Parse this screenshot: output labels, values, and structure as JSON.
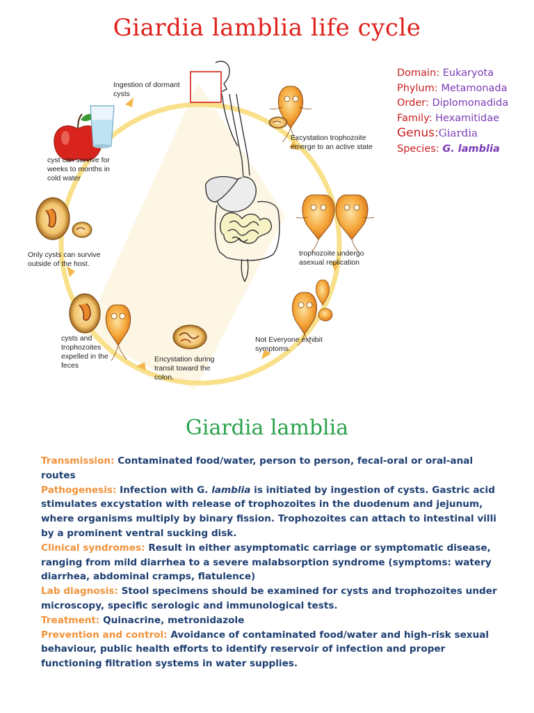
{
  "title": "Giardia lamblia life cycle",
  "diagram": {
    "labels": {
      "ingestion": "Ingestion of dormant cysts",
      "excystation": "Excystation trophozoite emerge to an active state",
      "replication": "trophozoite undergo asexual replication",
      "symptoms": "Not Everyone exhibit symptoms.",
      "encystation": "Encystation during transit toward the colon.",
      "expelled": "cysts and trophozoites expelled in the feces",
      "survive_outside": "Only cysts can survive outside of the host.",
      "cold_water": "cyst can survive for weeks to months in cold water"
    }
  },
  "taxonomy": [
    {
      "key": "Domain",
      "value": "Eukaryota"
    },
    {
      "key": "Phylum",
      "value": "Metamonada"
    },
    {
      "key": "Order",
      "value": "Diplomonadida"
    },
    {
      "key": "Family",
      "value": "Hexamitidae"
    },
    {
      "key": "Genus",
      "value": "Giardia"
    },
    {
      "key": "Species",
      "value": "G. lamblia"
    }
  ],
  "subtitle": "Giardia lamblia",
  "notes": {
    "transmission": {
      "label": "Transmission:",
      "text": "Contaminated food/water, person to person, fecal-oral or oral-anal routes"
    },
    "pathogenesis": {
      "label": "Pathogenesis:",
      "text_a": "Infection with",
      "genus_abbr": "G.",
      "species": "lamblia",
      "text_b": "is initiated by ingestion of cysts. Gastric acid stimulates excystation with release of trophozoites in the duodenum and jejunum, where organisms multiply by binary fission. Trophozoites can attach to intestinal villi by a prominent ventral sucking disk."
    },
    "clinical": {
      "label": "Clinical syndromes:",
      "text": "Result in either asymptomatic carriage or symptomatic disease, ranging from mild diarrhea to a severe malabsorption syndrome (symptoms: watery diarrhea, abdominal cramps, flatulence)"
    },
    "lab": {
      "label": "Lab diagnosis:",
      "text": "Stool specimens should be examined for cysts and trophozoites under microscopy, specific serologic and immunological tests."
    },
    "treatment": {
      "label": "Treatment:",
      "text": "Quinacrine, metronidazole"
    },
    "prevention": {
      "label": "Prevention and control:",
      "text": "Avoidance of contaminated food/water and high-risk sexual behaviour, public health efforts to identify reservoir of infection and proper functioning filtration systems in water supplies."
    }
  }
}
